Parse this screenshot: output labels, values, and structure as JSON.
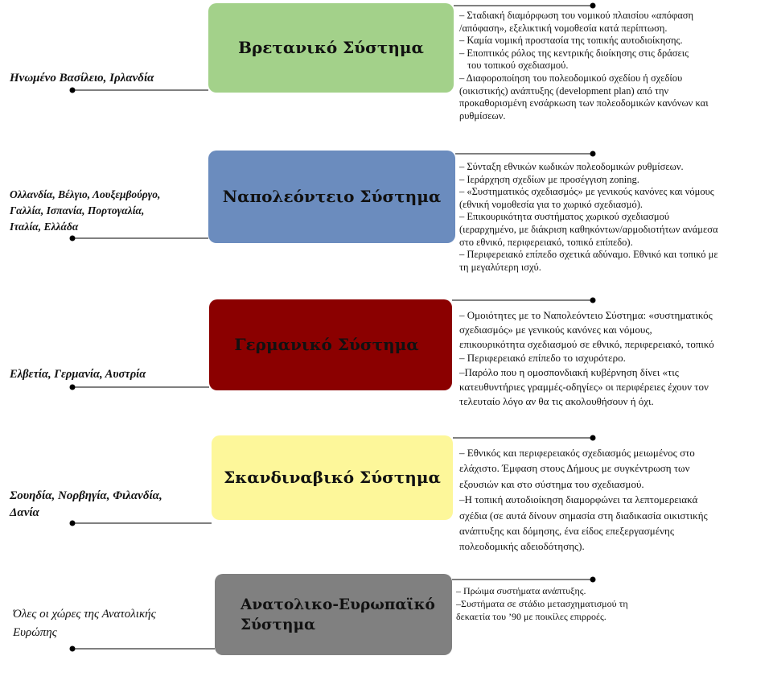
{
  "colors": {
    "british": "#a3d18a",
    "napoleonic": "#6b8cbe",
    "germanic": "#8b0000",
    "scandinavian": "#fdf79a",
    "eastern": "#808080",
    "line": "#000000"
  },
  "systems": [
    {
      "title": [
        "Βρετανικό Σύστημα"
      ],
      "countries": [
        "Ηνωμένο Βασίλειο, Ιρλανδία"
      ],
      "description": [
        "– Σταδιακή διαμόρφωση του νομικού πλαισίου «απόφαση",
        "/απόφαση»,  εξελικτική νομοθεσία κατά περίπτωση.",
        "– Καμία νομική προστασία της τοπικής αυτοδιοίκησης.",
        "– Εποπτικός ρόλος της κεντρικής διοίκησης στις δράσεις",
        "του τοπικού σχεδιασμού.",
        "– Διαφοροποίηση του πολεοδομικού σχεδίου ή σχεδίου",
        "(οικιστικής) ανάπτυξης (development plan) από την",
        "προκαθορισμένη ενσάρκωση των πολεοδομικών κανόνων και",
        "ρυθμίσεων."
      ]
    },
    {
      "title": [
        "Ναπολεόντειο Σύστημα"
      ],
      "countries": [
        "Ολλανδία, Βέλγιο, Λουξεμβούργο,",
        "Γαλλία, Ισπανία, Πορτογαλία,",
        "Ιταλία, Ελλάδα"
      ],
      "description": [
        "– Σύνταξη εθνικών κωδικών πολεοδομικών ρυθμίσεων.",
        "– Ιεράρχηση  σχεδίων με προσέγγιση zoning.",
        "– «Συστηματικός σχεδιασμός» με γενικούς κανόνες και νόμους",
        "(εθνική νομοθεσία για το χωρικό σχεδιασμό).",
        "– Επικουρικότητα συστήματος χωρικού σχεδιασμού",
        "(ιεραρχημένο, με διάκριση καθηκόντων/αρμοδιοτήτων ανάμεσα",
        "στο εθνικό, περιφερειακό, τοπικό επίπεδο).",
        "– Περιφερειακό επίπεδο σχετικά αδύναμο. Εθνικό και τοπικό με",
        "τη μεγαλύτερη ισχύ."
      ]
    },
    {
      "title": [
        "Γερμανικό Σύστημα"
      ],
      "countries": [
        "Ελβετία, Γερμανία, Αυστρία"
      ],
      "description": [
        "– Ομοιότητες με το Ναπολεόντειο Σύστημα: «συστηματικός",
        "σχεδιασμός» με γενικούς κανόνες και νόμους,",
        "επικουρικότητα σχεδιασμού σε εθνικό, περιφερειακό, τοπικό",
        "– Περιφερειακό επίπεδο το ισχυρότερο.",
        "–Παρόλο που η ομοσπονδιακή κυβέρνηση δίνει «τις",
        "κατευθυντήριες γραμμές-οδηγίες» οι περιφέρειες έχουν τον",
        "τελευταίο λόγο αν θα τις ακολουθήσουν ή όχι."
      ]
    },
    {
      "title": [
        "Σκανδιναβικό Σύστημα"
      ],
      "countries": [
        "Σουηδία, Νορβηγία, Φιλανδία,",
        "Δανία"
      ],
      "description": [
        "– Εθνικός και περιφερειακός σχεδιασμός μειωμένος στο",
        "ελάχιστο. Έμφαση στους Δήμους με συγκέντρωση των",
        "εξουσιών και στο σύστημα του σχεδιασμού.",
        "–Η τοπική αυτοδιοίκηση διαμορφώνει τα λεπτομερειακά",
        "σχέδια (σε αυτά δίνουν σημασία στη διαδικασία οικιστικής",
        "ανάπτυξης και δόμησης, ένα είδος επεξεργασμένης",
        "πολεοδομικής αδειοδότησης)."
      ]
    },
    {
      "title": [
        "Ανατολικο-Ευρωπαϊκό",
        "Σύστημα"
      ],
      "countries": [
        "Όλες οι χώρες της Ανατολικής",
        "Ευρώπης"
      ],
      "description": [
        "– Πρώιμα συστήματα ανάπτυξης.",
        "–Συστήματα σε στάδιο μετασχηματισμού τη",
        "δεκαετία του ’90 με ποικίλες επιρροές."
      ]
    }
  ]
}
